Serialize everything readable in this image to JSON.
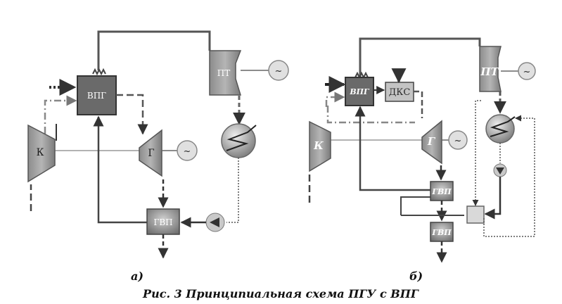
{
  "caption": "Рис. 3 Принципиальная схема ПГУ с ВПГ",
  "panel_a": {
    "tag": "а)",
    "labels": {
      "vpg": "ВПГ",
      "pt": "ПТ",
      "k": "К",
      "g": "Г",
      "gvp": "ГВП"
    }
  },
  "panel_b": {
    "tag": "б)",
    "labels": {
      "vpg": "ВПГ",
      "dks": "ДКС",
      "pt": "ПТ",
      "k": "К",
      "g": "Г",
      "gvp_top": "ГВП",
      "gvp_bottom": "ГВП"
    }
  },
  "generator_symbol": "~"
}
